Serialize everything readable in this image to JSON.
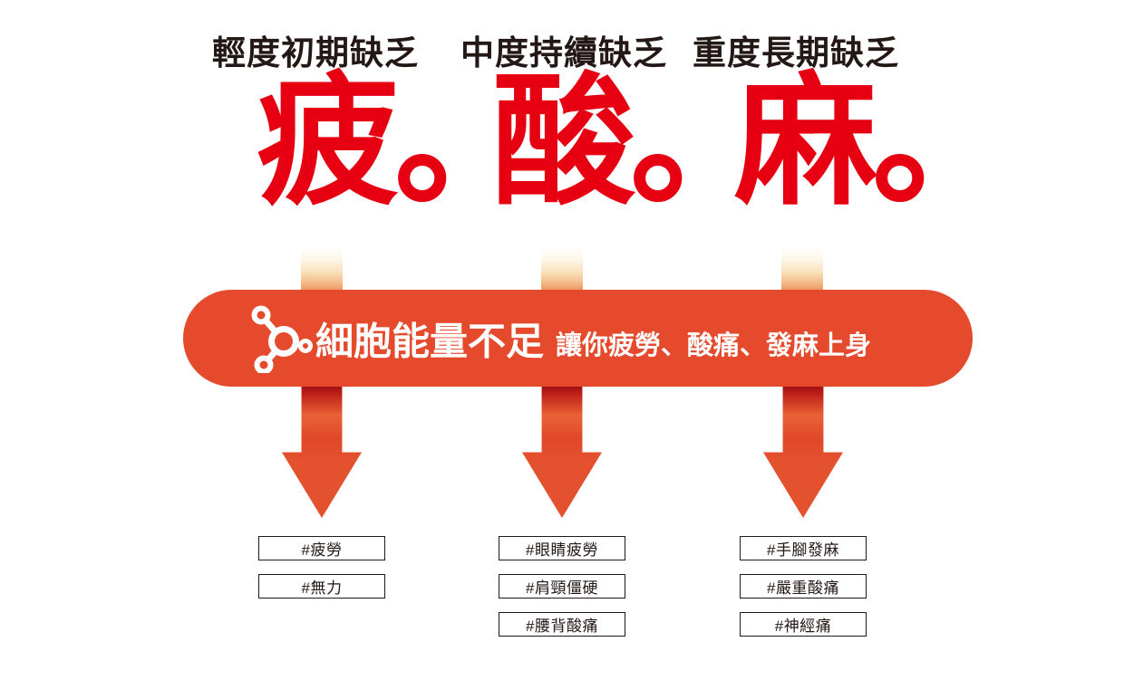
{
  "palette": {
    "symptom_red": "#e60012",
    "banner_red": "#e64a2d",
    "arrow_dark_red": "#a50e14",
    "arrow_orange_red": "#e4512e",
    "connector_cream": "#fdf6e6",
    "connector_orange": "#ee9a61",
    "text_dark": "#231815",
    "banner_text": "#ffffff"
  },
  "columns": [
    {
      "header": "輕度初期缺乏",
      "big_char": "疲。",
      "tags": [
        "#疲勞",
        "#無力"
      ]
    },
    {
      "header": "中度持續缺乏",
      "big_char": "酸。",
      "tags": [
        "#眼睛疲勞",
        "#肩頸僵硬",
        "#腰背酸痛"
      ]
    },
    {
      "header": "重度長期缺乏",
      "big_char": "麻。",
      "tags": [
        "#手腳發麻",
        "#嚴重酸痛",
        "#神經痛"
      ]
    }
  ],
  "banner": {
    "icon": "molecule-icon",
    "title": "細胞能量不足",
    "subtitle": "讓你疲勞、酸痛、發麻上身"
  }
}
